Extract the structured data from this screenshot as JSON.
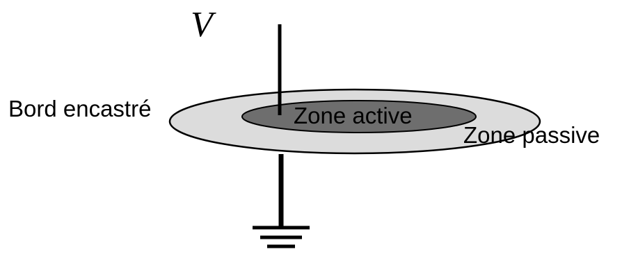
{
  "diagram": {
    "voltage_label": "V",
    "clamped_edge_label": "Bord encastré",
    "active_zone_label": "Zone active",
    "passive_zone_label": "Zone passive"
  },
  "colors": {
    "outer_membrane": "#dcdcdc",
    "active_zone": "#6e6e6e",
    "stroke": "#000000",
    "background": "#ffffff"
  }
}
